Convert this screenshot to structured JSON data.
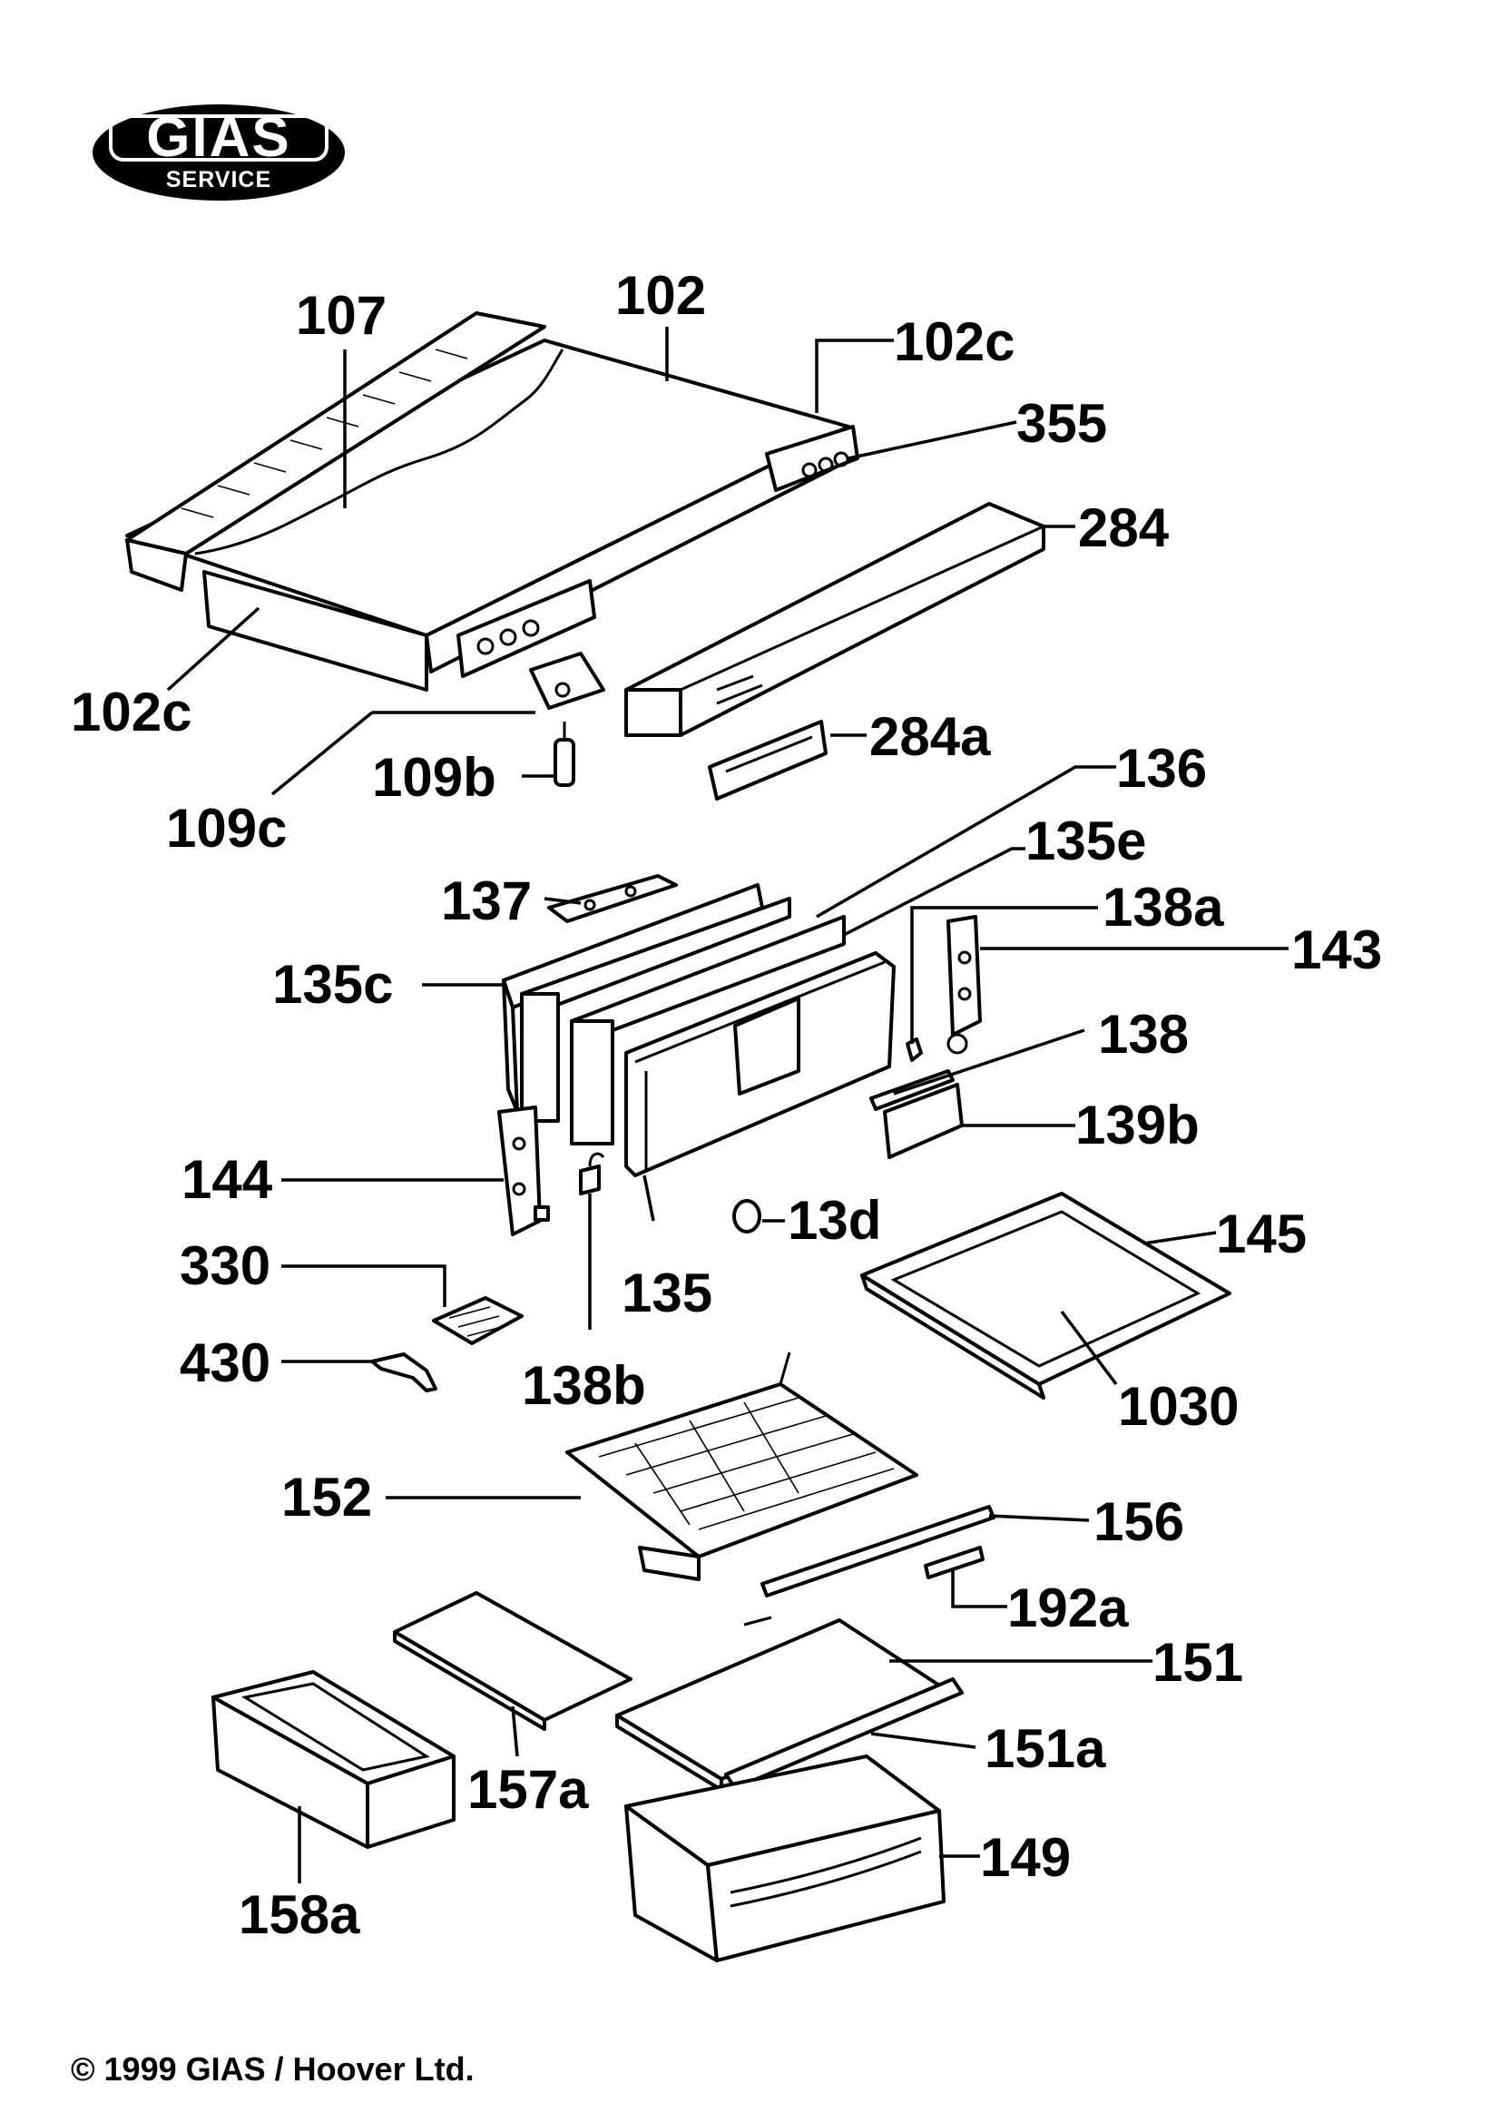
{
  "logo": {
    "brand": "GIAS",
    "subtitle": "SERVICE"
  },
  "parts": [
    {
      "id": "p107",
      "label": "107"
    },
    {
      "id": "p102",
      "label": "102"
    },
    {
      "id": "p102c_right",
      "label": "102c"
    },
    {
      "id": "p355",
      "label": "355"
    },
    {
      "id": "p284",
      "label": "284"
    },
    {
      "id": "p102c_left",
      "label": "102c"
    },
    {
      "id": "p284a",
      "label": "284a"
    },
    {
      "id": "p109b",
      "label": "109b"
    },
    {
      "id": "p109c",
      "label": "109c"
    },
    {
      "id": "p136",
      "label": "136"
    },
    {
      "id": "p135e",
      "label": "135e"
    },
    {
      "id": "p137",
      "label": "137"
    },
    {
      "id": "p138a",
      "label": "138a"
    },
    {
      "id": "p143",
      "label": "143"
    },
    {
      "id": "p135c",
      "label": "135c"
    },
    {
      "id": "p138",
      "label": "138"
    },
    {
      "id": "p139b",
      "label": "139b"
    },
    {
      "id": "p144",
      "label": "144"
    },
    {
      "id": "p13d",
      "label": "13d"
    },
    {
      "id": "p145",
      "label": "145"
    },
    {
      "id": "p330",
      "label": "330"
    },
    {
      "id": "p135",
      "label": "135"
    },
    {
      "id": "p430",
      "label": "430"
    },
    {
      "id": "p138b",
      "label": "138b"
    },
    {
      "id": "p1030",
      "label": "1030"
    },
    {
      "id": "p152",
      "label": "152"
    },
    {
      "id": "p156",
      "label": "156"
    },
    {
      "id": "p192a",
      "label": "192a"
    },
    {
      "id": "p151",
      "label": "151"
    },
    {
      "id": "p151a",
      "label": "151a"
    },
    {
      "id": "p157a",
      "label": "157a"
    },
    {
      "id": "p149",
      "label": "149"
    },
    {
      "id": "p158a",
      "label": "158a"
    }
  ],
  "copyright": "© 1999 GIAS / Hoover Ltd."
}
